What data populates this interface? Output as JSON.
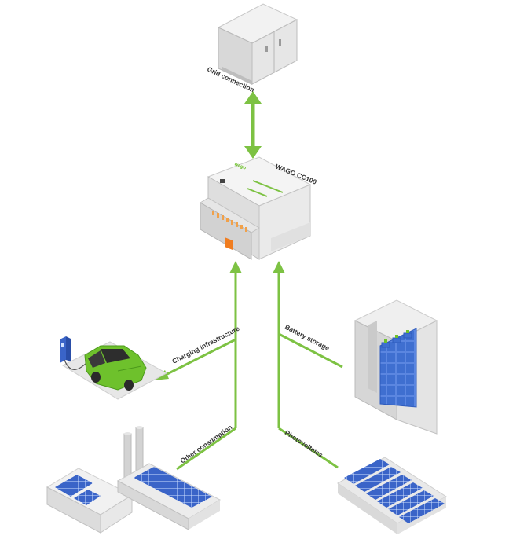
{
  "labels": {
    "grid_connection": "Grid connection",
    "controller": "WAGO CC100",
    "charging_infrastructure": "Charging infrastructure",
    "battery_storage": "Battery storage",
    "other_consumption": "Other consumption",
    "photovoltaics": "Photovoltaics",
    "brand_mark": "wago"
  },
  "colors": {
    "arrow": "#7dc243",
    "accent_green": "#6ec12c",
    "controller_orange": "#f07d20",
    "battery_blue": "#3f6fd0",
    "solar_blue": "#3a64c8"
  },
  "icons": {
    "grid": "grid-cabinet-icon",
    "controller": "plc-controller-icon",
    "ev": "electric-car-icon",
    "charger": "ev-charger-icon",
    "battery": "battery-cabinet-icon",
    "factory": "factory-icon",
    "solar": "solar-panel-icon"
  }
}
